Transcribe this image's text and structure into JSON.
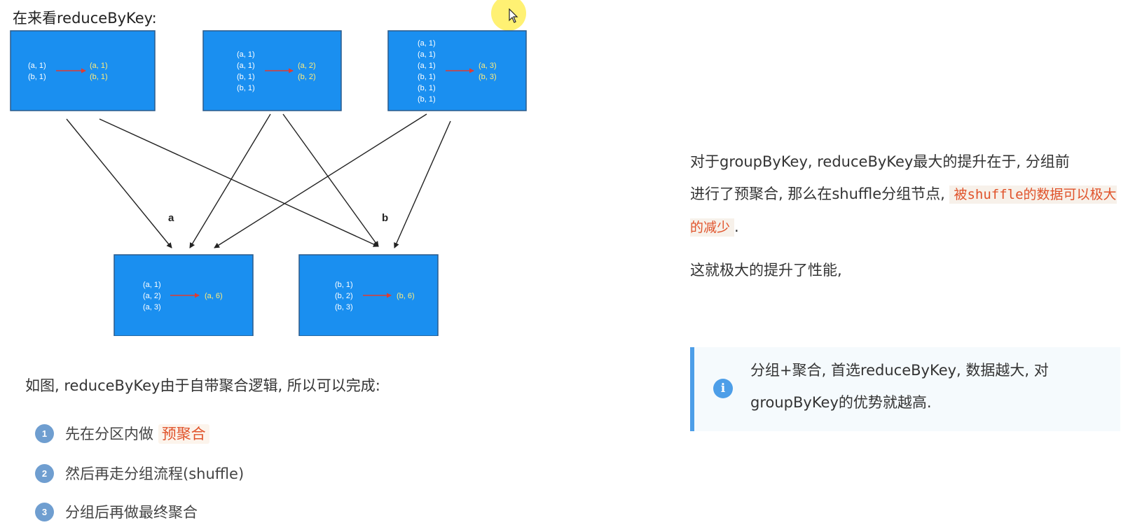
{
  "diagram": {
    "title": "在来看reduceByKey:",
    "top_partitions": [
      {
        "inputs": [
          "(a, 1)",
          "(b, 1)"
        ],
        "outputs": [
          "(a, 1)",
          "(b, 1)"
        ]
      },
      {
        "inputs": [
          "(a, 1)",
          "(a, 1)",
          "(b, 1)",
          "(b, 1)"
        ],
        "outputs": [
          "(a, 2)",
          "(b, 2)"
        ]
      },
      {
        "inputs": [
          "(a, 1)",
          "(a, 1)",
          "(a, 1)",
          "(b, 1)",
          "(b, 1)",
          "(b, 1)"
        ],
        "outputs": [
          "(a, 3)",
          "(b, 3)"
        ]
      }
    ],
    "group_labels": [
      "a",
      "b"
    ],
    "bottom_groups": [
      {
        "inputs": [
          "(a, 1)",
          "(a, 2)",
          "(a, 3)"
        ],
        "outputs": [
          "(a, 6)"
        ]
      },
      {
        "inputs": [
          "(b, 1)",
          "(b, 2)",
          "(b, 3)"
        ],
        "outputs": [
          "(b, 6)"
        ]
      }
    ],
    "colors": {
      "box": "#1a8ff0",
      "arrow_red": "#e03c31",
      "result_text": "#ffec7a"
    }
  },
  "description": "如图, reduceByKey由于自带聚合逻辑, 所以可以完成:",
  "steps": [
    {
      "num": "1",
      "text": "先在分区内做",
      "highlight": "预聚合"
    },
    {
      "num": "2",
      "text": "然后再走分组流程(shuffle)",
      "highlight": ""
    },
    {
      "num": "3",
      "text": "分组后再做最终聚合",
      "highlight": ""
    }
  ],
  "paragraph1": {
    "line1": "对于groupByKey, reduceByKey最大的提升在于, 分组前",
    "line2_pre": "进行了预聚合, 那么在shuffle分组节点, ",
    "highlight": "被shuffle的数据可以极大的减少",
    "post": "."
  },
  "paragraph2": "这就极大的提升了性能,",
  "callout": {
    "icon": "info-icon",
    "text": "分组+聚合, 首选reduceByKey, 数据越大, 对groupByKey的优势就越高."
  }
}
